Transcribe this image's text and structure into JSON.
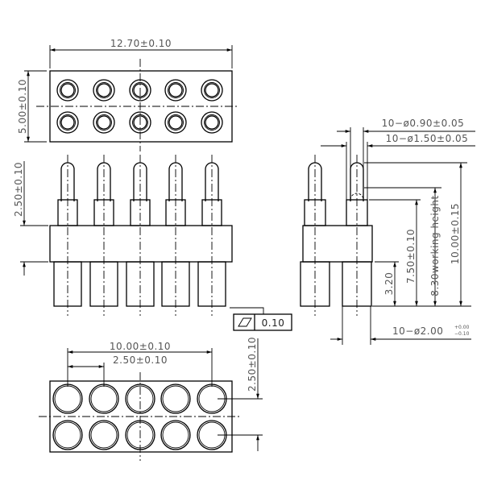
{
  "top_view": {
    "width_dim": "12.70±0.10",
    "height_dim": "5.00±0.10",
    "pin_count": 10
  },
  "front_view": {
    "pin_dim": "2.50±0.10",
    "flatness_value": "0.10"
  },
  "side_view": {
    "plunger_dia": "10−ø0.90±0.05",
    "barrel_dia": "10−ø1.50±0.05",
    "tail_dia": "10−ø2.00",
    "tail_tol_upper": "+0.00",
    "tail_tol_lower": "−0.10",
    "total_height": "10.00±0.15",
    "working_height": "8.30working  height",
    "body_height": "7.50±0.10",
    "tail_height": "3.20"
  },
  "bottom_view": {
    "span_dim": "10.00±0.10",
    "pitch_dim": "2.50±0.10",
    "row_pitch_dim": "2.50±0.10"
  }
}
